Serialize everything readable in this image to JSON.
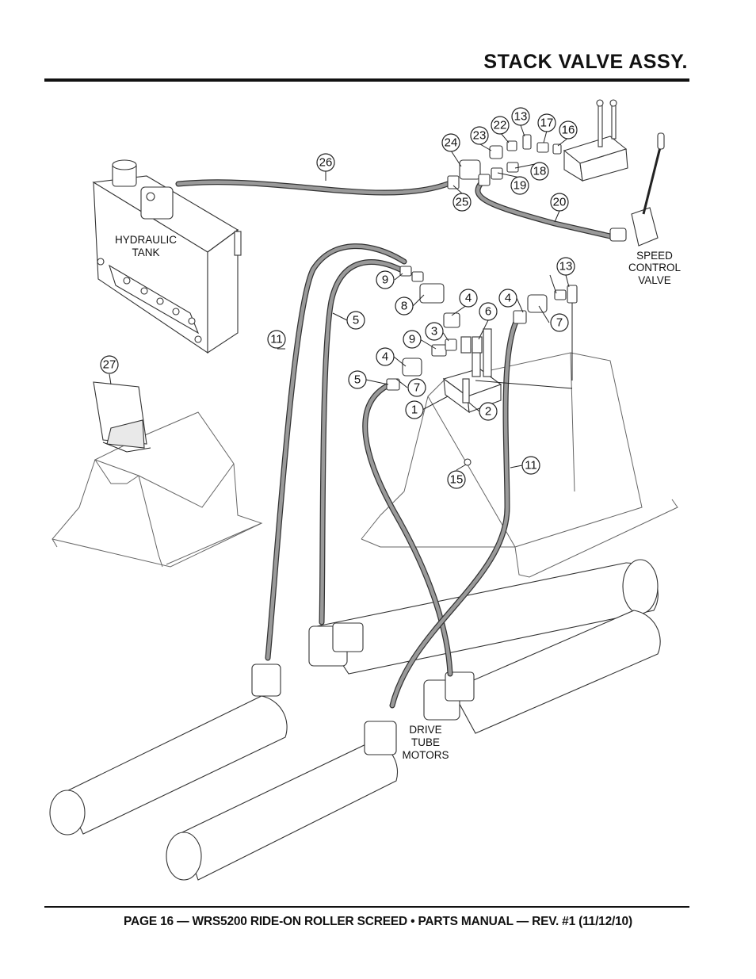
{
  "page": {
    "title": "STACK VALVE ASSY.",
    "footer": "PAGE 16 — WRS5200 RIDE-ON ROLLER SCREED • PARTS MANUAL — REV. #1 (11/12/10)"
  },
  "labels": {
    "hydraulic_tank": [
      "HYDRAULIC",
      "TANK"
    ],
    "speed_control_valve": [
      "SPEED",
      "CONTROL",
      "VALVE"
    ],
    "drive_tube_motors": [
      "DRIVE",
      "TUBE",
      "MOTORS"
    ]
  },
  "callouts": [
    "26",
    "24",
    "23",
    "22",
    "13",
    "17",
    "16",
    "18",
    "19",
    "25",
    "20",
    "9",
    "13",
    "8",
    "4",
    "4",
    "7",
    "6",
    "3",
    "9",
    "5",
    "11",
    "4",
    "5",
    "7",
    "1",
    "2",
    "27",
    "11",
    "15"
  ]
}
